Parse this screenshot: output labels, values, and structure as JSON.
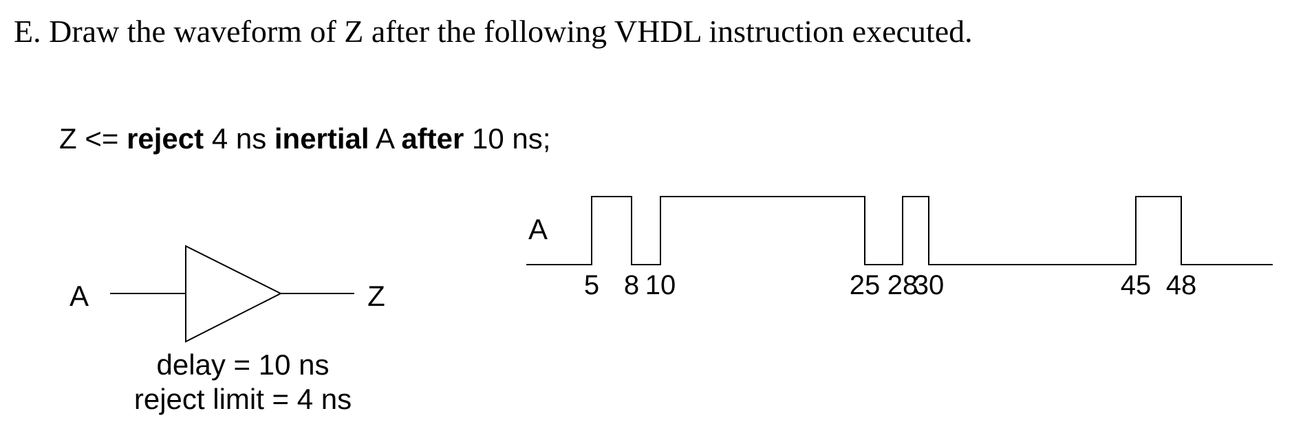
{
  "question": {
    "text": "E. Draw the waveform of Z after the following VHDL instruction executed."
  },
  "statement": {
    "target": "Z",
    "assign_op": "<=",
    "kw_reject": "reject",
    "reject_time": "4 ns",
    "kw_inertial": "inertial",
    "source": "A",
    "kw_after": "after",
    "delay_time": "10 ns;"
  },
  "buffer": {
    "input_label": "A",
    "output_label": "Z",
    "delay_text": "delay = 10 ns",
    "reject_text": "reject limit = 4 ns"
  },
  "waveform": {
    "signal_label": "A",
    "transitions": [
      {
        "t": 5,
        "value": 1
      },
      {
        "t": 8,
        "value": 0
      },
      {
        "t": 10,
        "value": 1
      },
      {
        "t": 25,
        "value": 0
      },
      {
        "t": 28,
        "value": 1
      },
      {
        "t": 30,
        "value": 0
      },
      {
        "t": 45,
        "value": 1
      },
      {
        "t": 48,
        "value": 0
      }
    ],
    "initial_value": 0,
    "tick_labels": [
      "5",
      "8",
      "10",
      "25",
      "28",
      "30",
      "45",
      "48"
    ]
  }
}
